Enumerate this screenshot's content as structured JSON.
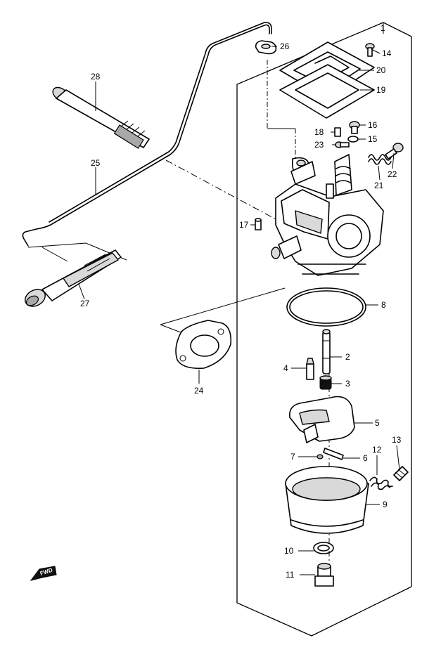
{
  "diagram": {
    "direction_label": "FWD",
    "callouts": [
      {
        "id": "c1",
        "label": "1"
      },
      {
        "id": "c2",
        "label": "2"
      },
      {
        "id": "c3",
        "label": "3"
      },
      {
        "id": "c4",
        "label": "4"
      },
      {
        "id": "c5",
        "label": "5"
      },
      {
        "id": "c6",
        "label": "6"
      },
      {
        "id": "c7",
        "label": "7"
      },
      {
        "id": "c8",
        "label": "8"
      },
      {
        "id": "c9",
        "label": "9"
      },
      {
        "id": "c10",
        "label": "10"
      },
      {
        "id": "c11",
        "label": "11"
      },
      {
        "id": "c12",
        "label": "12"
      },
      {
        "id": "c13",
        "label": "13"
      },
      {
        "id": "c14",
        "label": "14"
      },
      {
        "id": "c15",
        "label": "15"
      },
      {
        "id": "c16",
        "label": "16"
      },
      {
        "id": "c17",
        "label": "17"
      },
      {
        "id": "c18",
        "label": "18"
      },
      {
        "id": "c19",
        "label": "19"
      },
      {
        "id": "c20",
        "label": "20"
      },
      {
        "id": "c21",
        "label": "21"
      },
      {
        "id": "c22",
        "label": "22"
      },
      {
        "id": "c23",
        "label": "23"
      },
      {
        "id": "c24",
        "label": "24"
      },
      {
        "id": "c25",
        "label": "25"
      },
      {
        "id": "c26",
        "label": "26"
      },
      {
        "id": "c27",
        "label": "27"
      },
      {
        "id": "c28",
        "label": "28"
      }
    ]
  }
}
